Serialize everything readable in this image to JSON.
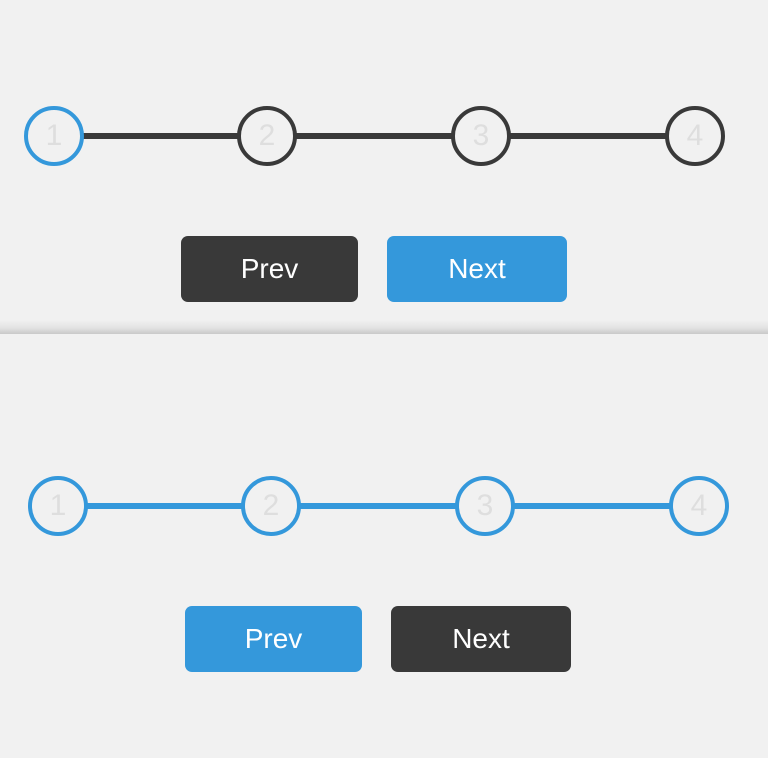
{
  "colors": {
    "active": "#3498db",
    "inactive": "#393939",
    "step_number": "#dedede",
    "background": "#f1f1f1"
  },
  "top_example": {
    "steps": [
      {
        "number": "1",
        "state": "active"
      },
      {
        "number": "2",
        "state": "inactive"
      },
      {
        "number": "3",
        "state": "inactive"
      },
      {
        "number": "4",
        "state": "inactive"
      }
    ],
    "prev_label": "Prev",
    "next_label": "Next",
    "current_step": 1
  },
  "bottom_example": {
    "steps": [
      {
        "number": "1",
        "state": "active"
      },
      {
        "number": "2",
        "state": "active"
      },
      {
        "number": "3",
        "state": "active"
      },
      {
        "number": "4",
        "state": "active"
      }
    ],
    "prev_label": "Prev",
    "next_label": "Next",
    "current_step": 4
  }
}
